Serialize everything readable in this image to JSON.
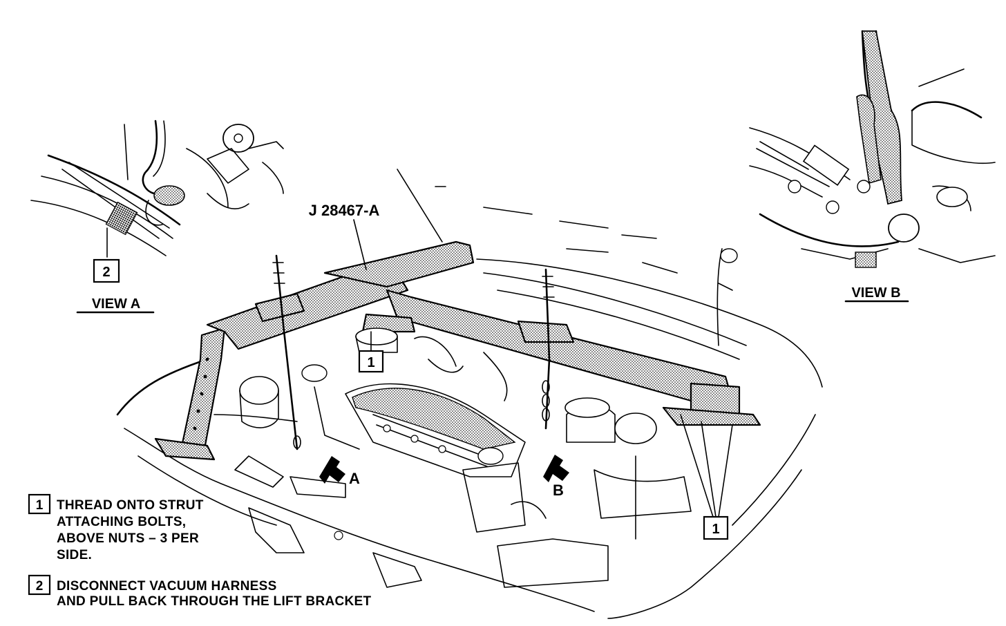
{
  "tool_label": "J 28467-A",
  "views": {
    "view_a": "VIEW A",
    "view_b": "VIEW B"
  },
  "arrows": {
    "a": "A",
    "b": "B"
  },
  "callouts": {
    "c1_center": "1",
    "c1_right": "1",
    "c2_view_a": "2"
  },
  "notes": [
    {
      "num": "1",
      "lines": [
        "THREAD ONTO STRUT",
        "ATTACHING BOLTS,",
        "ABOVE NUTS – 3 PER",
        "SIDE."
      ]
    },
    {
      "num": "2",
      "lines": [
        "DISCONNECT VACUUM HARNESS",
        "AND PULL BACK THROUGH THE LIFT BRACKET"
      ]
    }
  ]
}
